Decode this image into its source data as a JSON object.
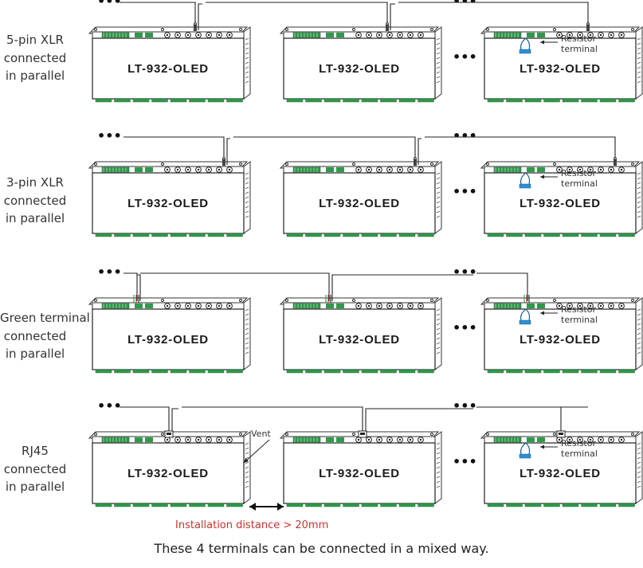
{
  "rows": [
    {
      "label_lines": [
        "5-pin XLR",
        "connected",
        "in parallel"
      ],
      "type": "xlr5"
    },
    {
      "label_lines": [
        "3-pin XLR",
        "connected",
        "in parallel"
      ],
      "type": "xlr3"
    },
    {
      "label_lines": [
        "Green terminal",
        "connected",
        "in parallel"
      ],
      "type": "green"
    },
    {
      "label_lines": [
        "RJ45",
        "connected",
        "in parallel"
      ],
      "type": "rj45"
    }
  ],
  "device_name": "LT-932-OLED",
  "ellipsis": "•••",
  "resistor_label": [
    "Resistor",
    "terminal"
  ],
  "vent_label": "Vent",
  "installation_distance": "Installation distance  > 20mm",
  "footer": "These 4 terminals can be connected in a mixed way.",
  "colors": {
    "terminal_green": "#2e9a4a",
    "terminal_blue": "#2f8fd0",
    "accent_red": "#c8332f"
  }
}
